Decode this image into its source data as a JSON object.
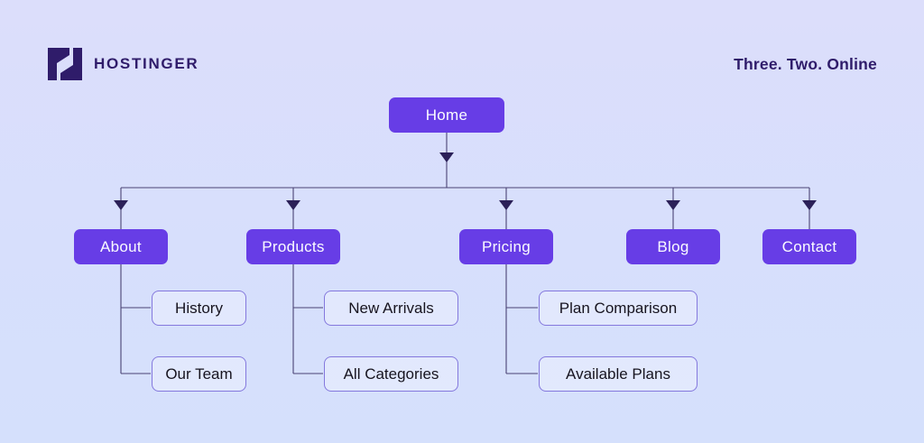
{
  "header": {
    "brand": "HOSTINGER",
    "tagline": "Three. Two. Online",
    "logo_icon": "hostinger-h-logo"
  },
  "colors": {
    "background_top": "#dcdefb",
    "background_bottom": "#d5e0fc",
    "primary_node_fill": "#673de6",
    "primary_node_text": "#fafbff",
    "secondary_node_border": "#8478dd",
    "secondary_node_text": "#17141f",
    "brand_text": "#2f1c6a",
    "connector_line": "#4a4374",
    "arrowhead": "#2b2058"
  },
  "sitemap": {
    "root": {
      "label": "Home"
    },
    "children": [
      {
        "label": "About",
        "children": [
          {
            "label": "History"
          },
          {
            "label": "Our Team"
          }
        ]
      },
      {
        "label": "Products",
        "children": [
          {
            "label": "New Arrivals"
          },
          {
            "label": "All Categories"
          }
        ]
      },
      {
        "label": "Pricing",
        "children": [
          {
            "label": "Plan Comparison"
          },
          {
            "label": "Available Plans"
          }
        ]
      },
      {
        "label": "Blog",
        "children": []
      },
      {
        "label": "Contact",
        "children": []
      }
    ]
  }
}
